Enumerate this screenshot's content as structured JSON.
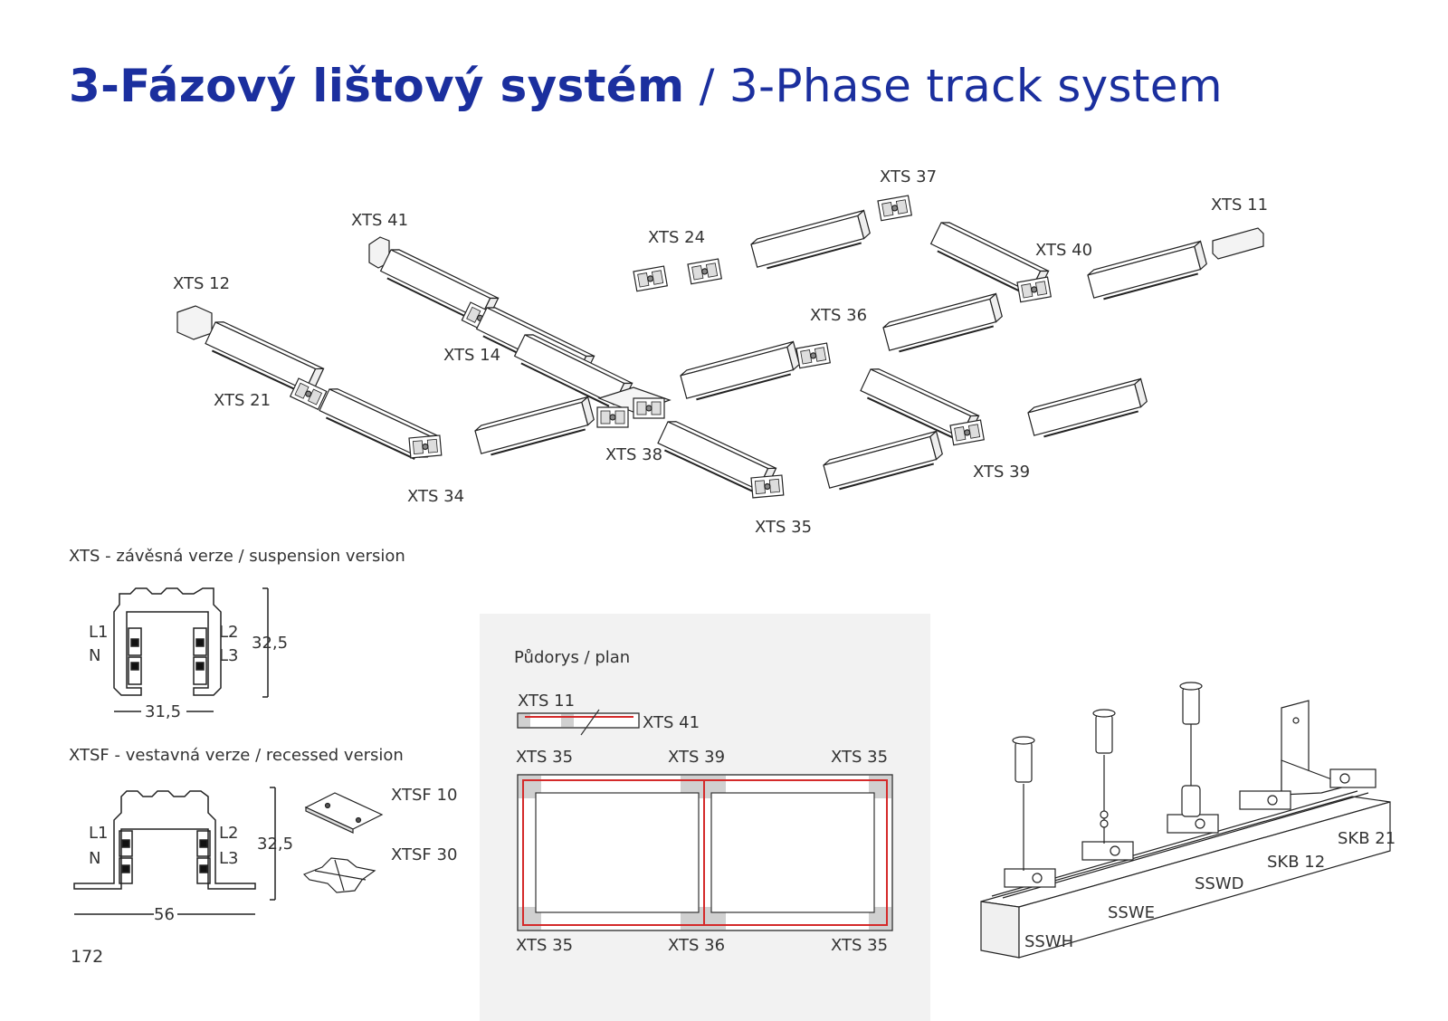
{
  "title": {
    "cs": "3-Fázový lištový systém",
    "sep": " / ",
    "en": "3-Phase track system"
  },
  "track_labels": {
    "xts12": "XTS 12",
    "xts41": "XTS 41",
    "xts21": "XTS 21",
    "xts14": "XTS 14",
    "xts34": "XTS 34",
    "xts38": "XTS 38",
    "xts24": "XTS 24",
    "xts37": "XTS 37",
    "xts11": "XTS 11",
    "xts40": "XTS 40",
    "xts36": "XTS 36",
    "xts35": "XTS 35",
    "xts39": "XTS 39"
  },
  "suspension": {
    "caption": "XTS - závěsná verze / suspension version",
    "l1": "L1",
    "n": "N",
    "l2": "L2",
    "l3": "L3",
    "height": "32,5",
    "width": "31,5"
  },
  "recessed": {
    "caption": "XTSF - vestavná verze / recessed version",
    "l1": "L1",
    "n": "N",
    "l2": "L2",
    "l3": "L3",
    "height": "32,5",
    "width": "56",
    "xtsf10": "XTSF 10",
    "xtsf30": "XTSF 30"
  },
  "plan": {
    "caption": "Půdorys / plan",
    "xts11": "XTS 11",
    "xts41": "XTS 41",
    "top_left": "XTS 35",
    "top_mid": "XTS 39",
    "top_right": "XTS 35",
    "bot_left": "XTS 35",
    "bot_mid": "XTS 36",
    "bot_right": "XTS 35"
  },
  "accessories": {
    "skb21": "SKB 21",
    "skb12": "SKB 12",
    "sswd": "SSWD",
    "sswe": "SSWE",
    "sswh": "SSWH"
  },
  "page_number": "172",
  "colors": {
    "title": "#1b2f9e",
    "plan_line": "#d42a2a",
    "plan_fill": "#d0d0d0",
    "plan_bg": "#f2f2f2"
  }
}
